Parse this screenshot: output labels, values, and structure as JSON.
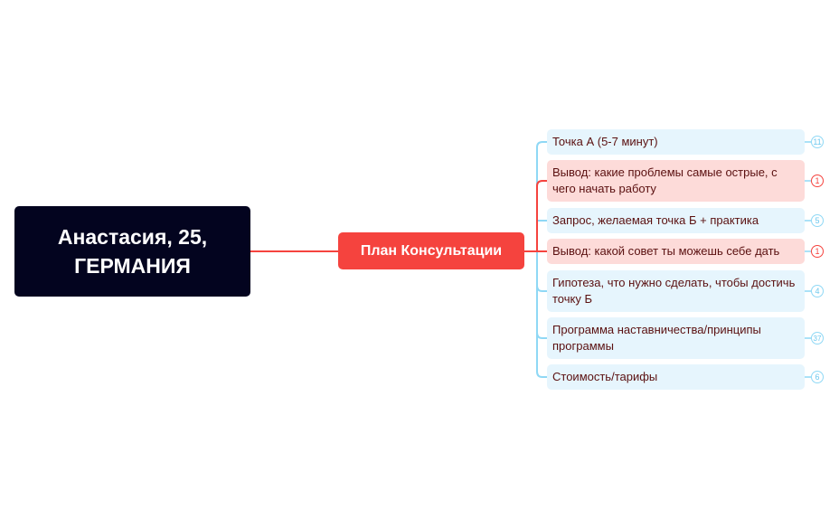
{
  "root": {
    "title": "Анастасия, 25, ГЕРМАНИЯ"
  },
  "center": {
    "title": "План Консультации"
  },
  "colors": {
    "root": "#03041f",
    "center": "#f5433e",
    "blue_branch": "#8fd8f5",
    "red_branch": "#f5433e"
  },
  "branches": [
    {
      "label": "Точка А (5-7 минут)",
      "count": "11",
      "style": "blue"
    },
    {
      "label": "Вывод: какие проблемы самые острые, с чего начать работу",
      "count": "1",
      "style": "red"
    },
    {
      "label": "Запрос, желаемая точка Б + практика",
      "count": "5",
      "style": "blue"
    },
    {
      "label": "Вывод: какой совет ты можешь себе дать",
      "count": "1",
      "style": "red"
    },
    {
      "label": "Гипотеза, что нужно сделать, чтобы достичь точку Б",
      "count": "4",
      "style": "blue"
    },
    {
      "label": "Программа наставничества/принципы программы",
      "count": "37",
      "style": "blue"
    },
    {
      "label": "Стоимость/тарифы",
      "count": "6",
      "style": "blue"
    }
  ]
}
